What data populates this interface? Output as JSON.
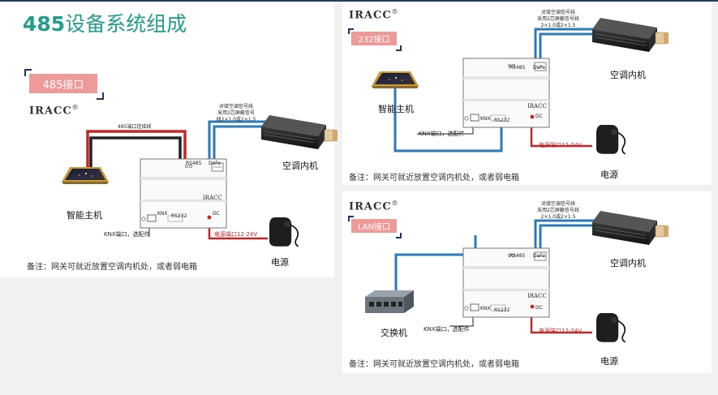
{
  "page": {
    "title_num": "485",
    "title_text": "设备系统组成"
  },
  "brand": {
    "name": "IRACC",
    "reg": "®"
  },
  "diagrams": {
    "d485": {
      "badge": "485接口",
      "cable_label": "485端口连接线",
      "signal_lines": [
        "对接空调信号线",
        "采用2芯屏蔽信号",
        "线2×1.0或2×1.5"
      ],
      "host_label": "智能主机",
      "ac_label": "空调内机",
      "knx_label": "KNX端口，选配件",
      "power_port_label": "电源端口12-24V",
      "power_label": "电源",
      "note": "备注：网关可就近放置空调内机处，或者弱电箱",
      "gw": {
        "rs485": "RS485",
        "dafa": "DaFa",
        "brand": "IRACC",
        "knx": "KNX",
        "rs232": "RS232",
        "dc": "DC"
      }
    },
    "d232": {
      "badge": "232接口",
      "signal_lines": [
        "对接空调信号线",
        "采用2芯屏蔽信号线",
        "2×1.0或2×1.5"
      ],
      "host_label": "智能主机",
      "ac_label": "空调内机",
      "knx_label": "KNX端口，选配件",
      "power_port_label": "电源端口12-24V",
      "power_label": "电源",
      "note": "备注：网关可就近放置空调内机处，或者弱电箱",
      "gw": {
        "rs485": "RS485",
        "dafa": "DaFa",
        "brand": "IRACC",
        "knx": "KNX",
        "rs232": "RS232",
        "dc": "DC"
      }
    },
    "dlan": {
      "badge": "LAN接口",
      "signal_lines": [
        "对接空调信号线",
        "采用2芯屏蔽信号线",
        "2×1.0或2×1.5"
      ],
      "switch_label": "交换机",
      "ac_label": "空调内机",
      "knx_label": "KNX端口，选配件",
      "power_port_label": "电源端口12-24V",
      "power_label": "电源",
      "note": "备注：网关可就近放置空调内机处，或者弱电箱",
      "gw": {
        "rs485": "RS485",
        "dafa": "DaFa",
        "brand": "IRACC",
        "knx": "KNX",
        "rs232": "RS232",
        "dc": "DC"
      }
    }
  },
  "colors": {
    "title": "#239c8a",
    "badge": "#ee9a98",
    "wire_red": "#c0282a",
    "wire_blue": "#2d7ab8",
    "wire_black": "#222222"
  }
}
